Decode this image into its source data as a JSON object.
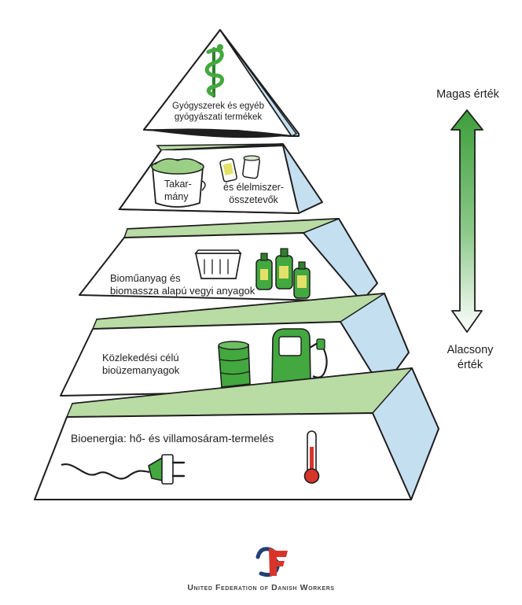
{
  "colors": {
    "front": "#ffffff",
    "side": "#c4dff0",
    "top": "#b9dba4",
    "green": "#43a83f",
    "dark_green": "#2f7f2c",
    "outline": "#1e1e1e",
    "arrow_green": "#3d9e3a",
    "logo_red": "#d8342a",
    "logo_blue": "#1f3f77"
  },
  "pyramid": {
    "apex": {
      "label_lines": [
        "Gyógyszerek és egyéb",
        "gyógyászati termékek"
      ],
      "icon": "caduceus-icon"
    },
    "tiers": [
      {
        "label_lines": [
          "Takar-",
          "mány"
        ],
        "label2_lines": [
          "és élelmiszer-",
          "összetevők"
        ],
        "icons": [
          "feed-bucket-icon",
          "food-cans-icon"
        ]
      },
      {
        "label_lines": [
          "Bioműanyag és",
          "biomassza alapú vegyi anyagok"
        ],
        "icons": [
          "plastic-crate-icon",
          "chemical-bottles-icon"
        ]
      },
      {
        "label_lines": [
          "Közlekedési célú",
          "bioüzemanyagok"
        ],
        "icons": [
          "fuel-barrel-icon",
          "fuel-pump-icon"
        ]
      },
      {
        "label_lines": [
          "Bioenergia: hő- és villamosáram-termelés"
        ],
        "icons": [
          "power-plug-icon",
          "thermometer-icon"
        ]
      }
    ]
  },
  "value_scale": {
    "top_label": "Magas érték",
    "bottom_label_lines": [
      "Alacsony",
      "érték"
    ]
  },
  "footer": {
    "logo": "ufdw-logo-icon",
    "text": "United Federation of Danish Workers"
  }
}
